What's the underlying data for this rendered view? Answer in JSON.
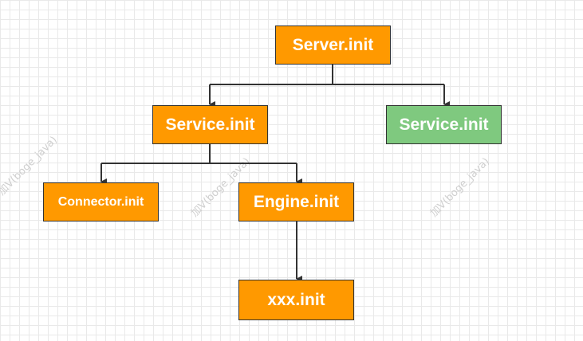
{
  "diagram": {
    "nodes": {
      "server": {
        "label": "Server.init"
      },
      "service_left": {
        "label": "Service.init"
      },
      "service_right": {
        "label": "Service.init"
      },
      "connector": {
        "label": "Connector.init"
      },
      "engine": {
        "label": "Engine.init"
      },
      "xxx": {
        "label": "xxx.init"
      }
    },
    "colors": {
      "orange": "#ff9900",
      "green": "#7fc97f",
      "line": "#333333"
    }
  },
  "watermarks": [
    "加V(boge_java)",
    "加V(boge_java)",
    "加V(boge_java)"
  ]
}
